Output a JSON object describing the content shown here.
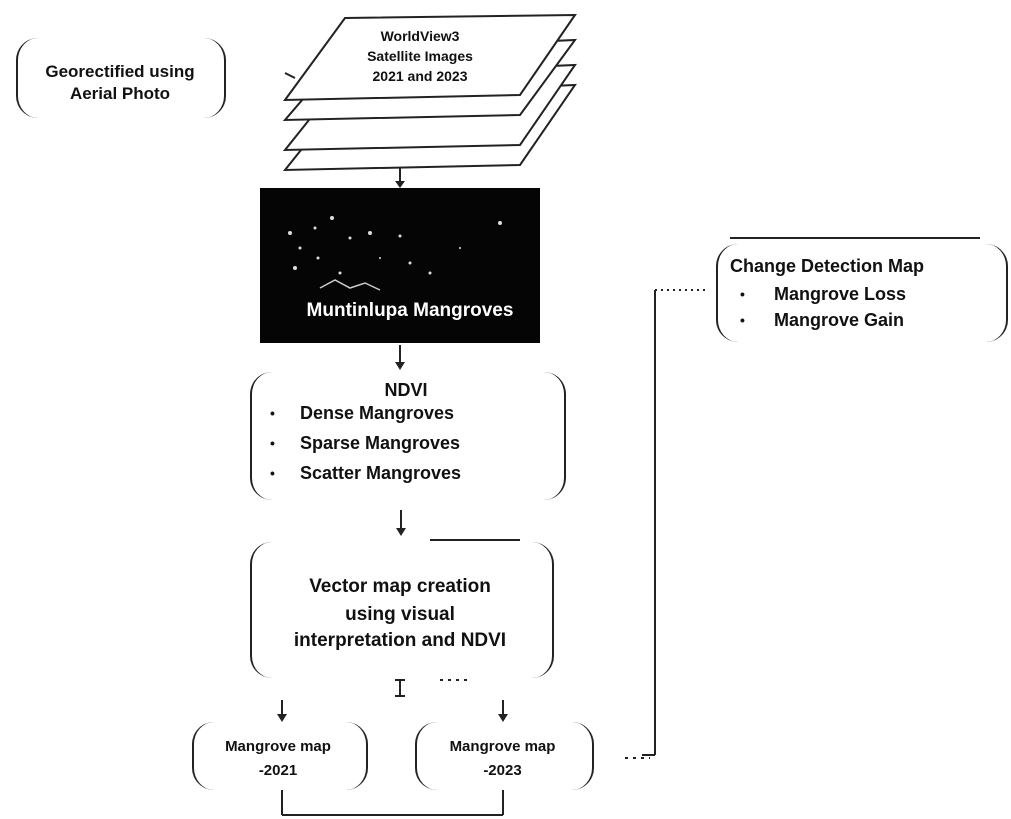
{
  "georectified_note": {
    "line1": "Georectified using",
    "line2": "Aerial Photo"
  },
  "satellite": {
    "line1": "WorldView3",
    "line2": "Satellite Images",
    "line3": "2021 and 2023"
  },
  "study_area": {
    "label": "Muntinlupa Mangroves"
  },
  "ndvi": {
    "title": "NDVI",
    "classes": [
      "Dense Mangroves",
      "Sparse Mangroves",
      "Scatter Mangroves"
    ]
  },
  "vector_map": {
    "line1": "Vector map creation",
    "line2": "using visual",
    "line3": "interpretation and NDVI"
  },
  "map_2021": {
    "line1": "Mangrove map",
    "line2": "-2021"
  },
  "map_2023": {
    "line1": "Mangrove map",
    "line2": "-2023"
  },
  "change_detection": {
    "title": "Change Detection Map",
    "items": [
      "Mangrove Loss",
      "Mangrove Gain"
    ]
  },
  "colors": {
    "line": "#222222",
    "image_bg": "#050505"
  }
}
